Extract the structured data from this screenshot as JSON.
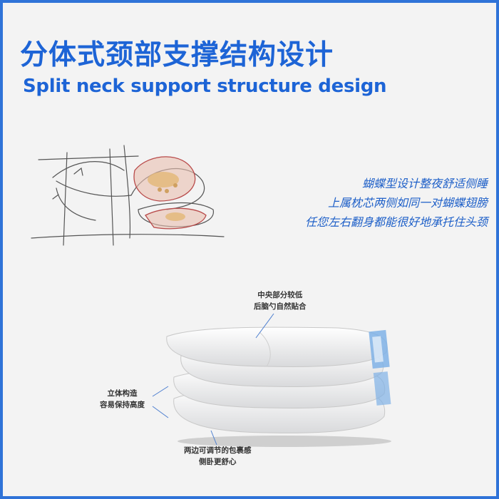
{
  "header": {
    "title_zh": "分体式颈部支撑结构设计",
    "title_en": "Split neck support structure design"
  },
  "verse": {
    "lines": [
      "蝴蝶型设计整夜舒适侧睡",
      "上属枕芯两侧如同一对蝴蝶翅膀",
      "任您左右翻身都能很好地承托住头颈"
    ]
  },
  "callouts": {
    "center": [
      "中央部分较低",
      "后脑勺自然贴合"
    ],
    "side": [
      "立体构造",
      "容易保持高度"
    ],
    "edge": [
      "两边可调节的包裹感",
      "侧卧更舒心"
    ]
  },
  "colors": {
    "brand_blue": "#1d64d6",
    "frame_blue": "#2f73d8"
  }
}
